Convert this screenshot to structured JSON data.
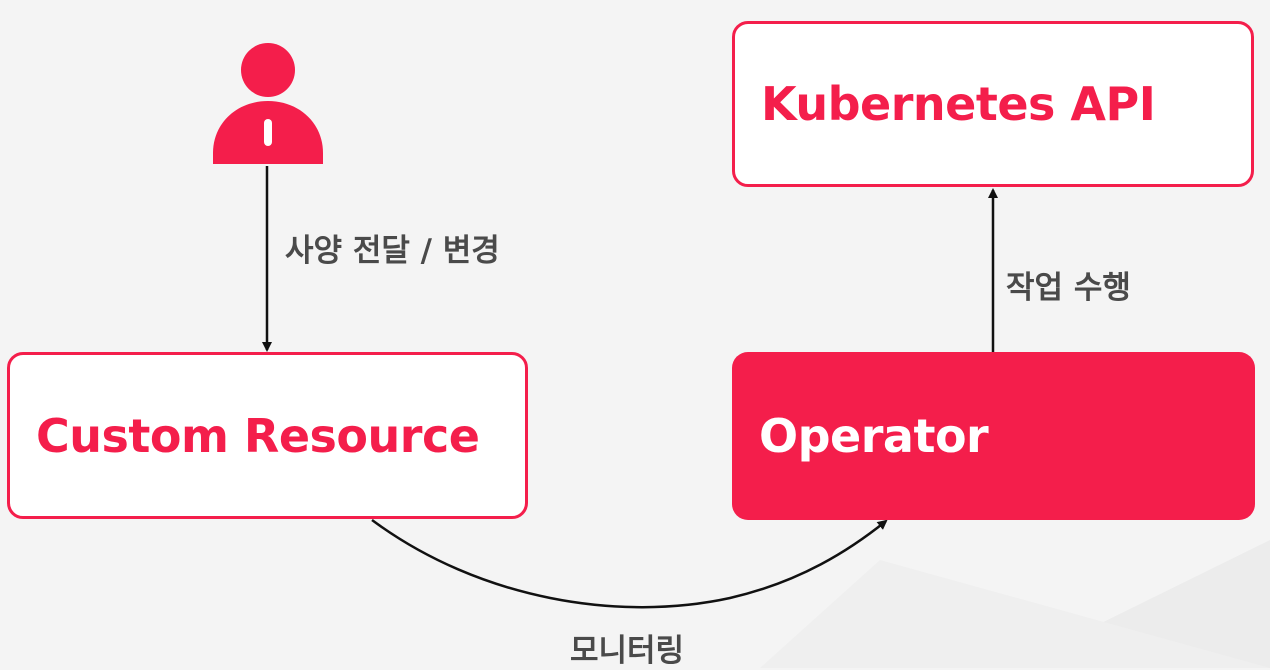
{
  "nodes": {
    "kubernetes_api": "Kubernetes API",
    "custom_resource": "Custom Resource",
    "operator": "Operator"
  },
  "edges": {
    "user_to_custom_resource": "사양 전달 / 변경",
    "operator_to_kubernetes_api": "작업 수행",
    "custom_resource_to_operator": "모니터링"
  },
  "icons": {
    "actor": "user-icon"
  },
  "colors": {
    "accent": "#f41e4b",
    "background": "#f4f4f4",
    "label_text": "#4a4a4a",
    "arrow": "#111111"
  }
}
